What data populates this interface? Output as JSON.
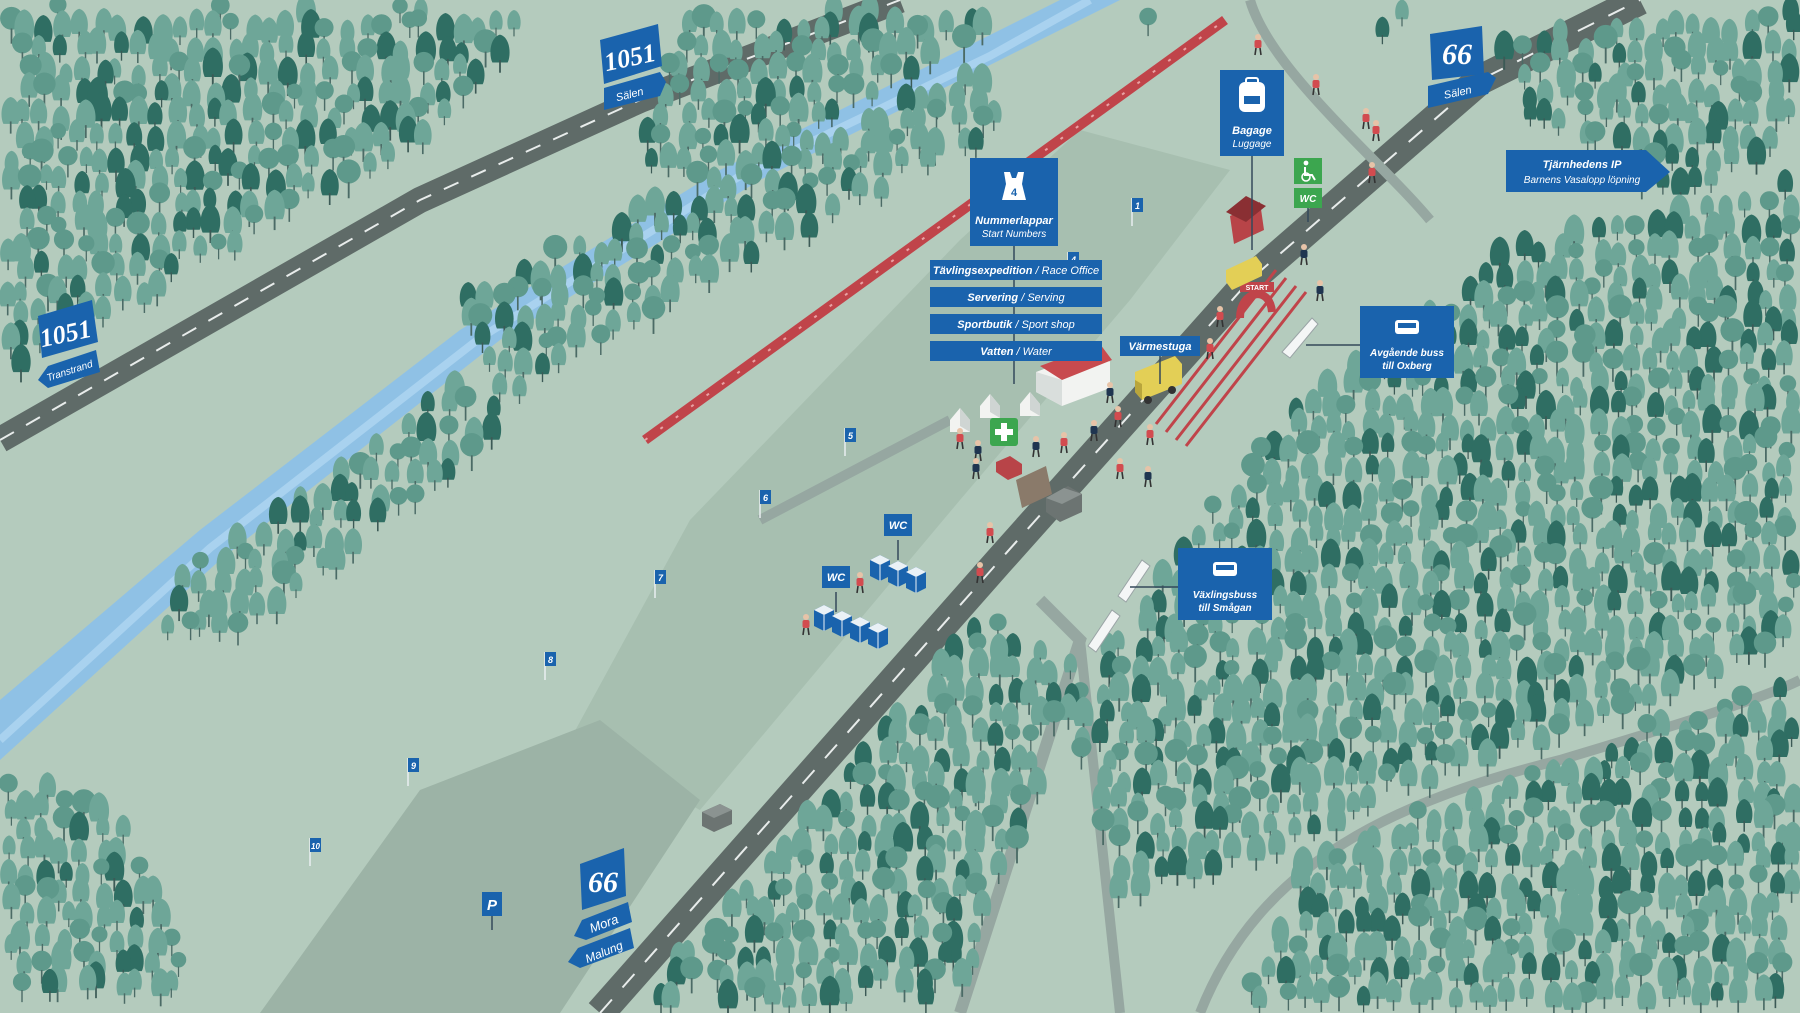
{
  "roads": {
    "r1051_north": {
      "number": "1051",
      "destination": "Sälen"
    },
    "r1051_west": {
      "number": "1051",
      "destination": "Transtrand"
    },
    "r66_north": {
      "number": "66",
      "destination": "Sälen"
    },
    "r66_south": {
      "number": "66",
      "destination_1": "Mora",
      "destination_2": "Malung"
    }
  },
  "labels": {
    "start_numbers": {
      "sv": "Nummerlappar",
      "en": "Start Numbers",
      "badge": "4"
    },
    "luggage": {
      "sv": "Bagage",
      "en": "Luggage"
    },
    "race_office": {
      "sv": "Tävlingsexpedition",
      "en": "Race Office"
    },
    "serving": {
      "sv": "Servering",
      "en": "Serving"
    },
    "sport_shop": {
      "sv": "Sportbutik",
      "en": "Sport shop"
    },
    "water": {
      "sv": "Vatten",
      "en": "Water"
    },
    "warming_hut": "Värmestuga",
    "kids_run": {
      "line1": "Tjärnhedens IP",
      "line2": "Barnens Vasalopp löpning"
    },
    "bus_oxberg": {
      "line1": "Avgående buss",
      "line2": "till Oxberg"
    },
    "bus_smagan": {
      "line1": "Växlingsbuss",
      "line2": "till Smågan"
    },
    "wc": "WC",
    "start": "START",
    "parking": "P",
    "slash": "/"
  },
  "markers": [
    "1",
    "4",
    "5",
    "6",
    "7",
    "8",
    "9",
    "10"
  ],
  "colors": {
    "ground": "#b4cbbd",
    "field": "#a7bfb0",
    "road": "#5f6b68",
    "river": "#8fc1e5",
    "sign": "#1a63ad",
    "fence": "#c0444a",
    "tree_light": "#6ea698",
    "tree_dark": "#2f6e63"
  }
}
